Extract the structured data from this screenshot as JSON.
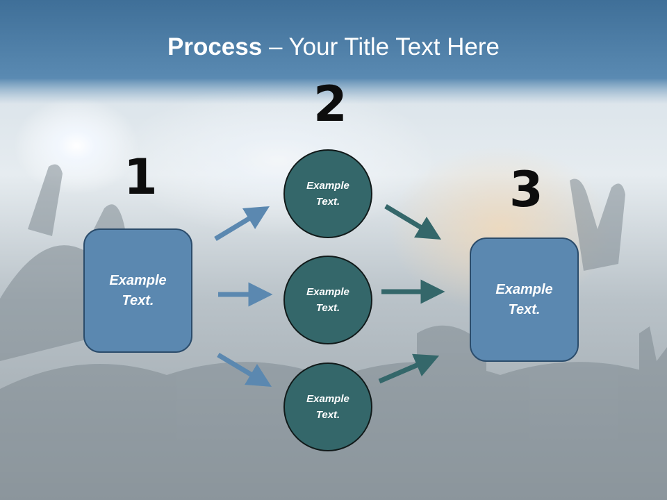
{
  "slide": {
    "title_bold": "Process",
    "title_rest": " – Your Title Text Here",
    "colors": {
      "header_band": "#4d7fa8",
      "box_fill": "#5b88b0",
      "circle_fill": "#34676a",
      "arrow_blue": "#5b88b0",
      "arrow_teal": "#34676a"
    }
  },
  "steps": {
    "step1": {
      "number": "1",
      "text": "Example\nText."
    },
    "step2": {
      "number": "2",
      "circles": [
        {
          "text": "Example\nText."
        },
        {
          "text": "Example\nText."
        },
        {
          "text": "Example\nText."
        }
      ]
    },
    "step3": {
      "number": "3",
      "text": "Example\nText."
    }
  }
}
